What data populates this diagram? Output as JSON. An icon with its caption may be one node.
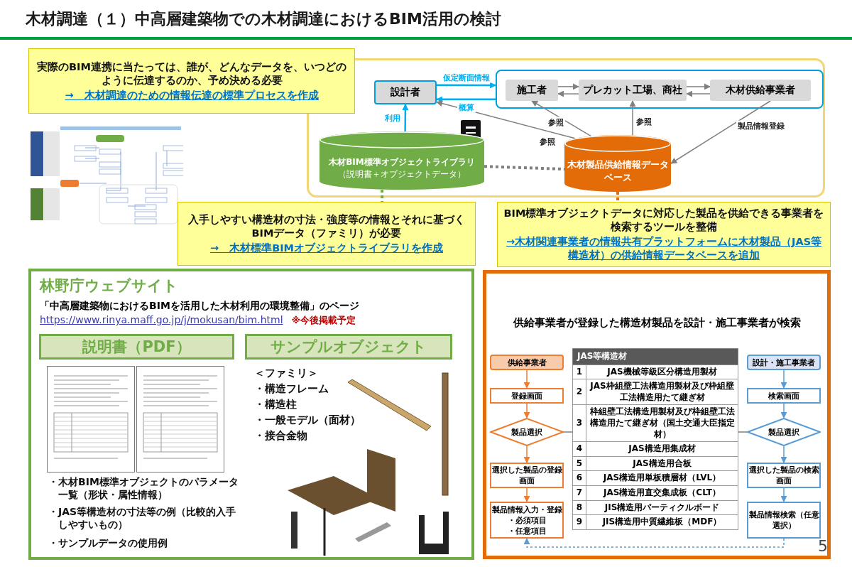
{
  "diagram": {
    "title": "木材調達（１）中高層建築物での木材調達におけるBIM活用の検討",
    "nodes": [
      {
        "text": [
          "実際のBIM連携に当たっては、誰が、どんなデータを、いつどのように伝達するのか、予め決める必要",
          "→　木材調達のための情報伝達の標準プロセスを作成"
        ]
      },
      {
        "text": [],
        "shape": "box"
      },
      {
        "text": [
          "設計者"
        ],
        "in": 1
      },
      {
        "text": [],
        "shape": "box",
        "in": 1
      },
      {
        "text": [
          "施工者"
        ],
        "in": 3
      },
      {
        "text": [
          "プレカット工場、商社"
        ],
        "in": 3
      },
      {
        "text": [
          "木材供給事業者"
        ],
        "in": 3
      },
      {
        "text": [
          "木材BIM標準オブジェクトライブラリ",
          "（説明書＋オブジェクトデータ）"
        ],
        "in": 1
      },
      {
        "text": [
          "木材製品供給情報データベース"
        ],
        "in": 1
      },
      {
        "text": [
          "入手しやすい構造材の寸法・強度等の情報とそれに基づくBIMデータ（ファミリ）が必要",
          "→　木材標準BIMオブジェクトライブラリを作成"
        ]
      },
      {
        "text": [
          "BIM標準オブジェクトデータに対応した製品を供給できる事業者を検索するツールを整備",
          "→木材関連事業者の情報共有プラットフォームに木材製品（JAS等構造材）の供給情報データベースを追加"
        ]
      },
      {
        "text": [
          "林野庁ウェブサイト",
          "「中高層建築物におけるBIMを活用した木材利用の環境整備」のページ",
          "https://www.rinya.maff.go.jp/j/mokusan/bim.html",
          "※今後掲載予定"
        ]
      },
      {
        "text": [
          "説明書（PDF）"
        ],
        "in": 11
      },
      {
        "text": [
          "サンプルオブジェクト"
        ],
        "in": 11
      },
      {
        "text": [
          "供給事業者が登録した構造材製品を設計・施工事業者が検索"
        ]
      },
      {
        "text": [
          "供給事業者"
        ],
        "in": 14
      },
      {
        "text": [
          "登録画面"
        ],
        "in": 14
      },
      {
        "text": [
          "製品選択"
        ],
        "in": 14
      },
      {
        "text": [
          "選択した製品の登録画面"
        ],
        "in": 14
      },
      {
        "text": [
          "製品情報入力・登録",
          "・必須項目",
          "・任意項目"
        ],
        "in": 14
      },
      {
        "text": [
          "設計・施工事業者"
        ],
        "in": 14
      },
      {
        "text": [
          "検索画面"
        ],
        "in": 14
      },
      {
        "text": [
          "製品選択"
        ],
        "in": 14
      },
      {
        "text": [
          "選択した製品の検索画面"
        ],
        "in": 14
      },
      {
        "text": [
          "製品情報検索（任意選択）"
        ],
        "in": 14
      },
      {
        "text": [
          "JAS等構造材",
          "1",
          "JAS機械等級区分構造用製材",
          "2",
          "JAS枠組壁工法構造用製材及び枠組壁工法構造用たて継ぎ材",
          "3",
          "枠組壁工法構造用製材及び枠組壁工法構造用たて継ぎ材（国土交通大臣指定材）",
          "4",
          "JAS構造用集成材",
          "5",
          "JAS構造用合板",
          "6",
          "JAS構造用単板積層材（LVL）",
          "7",
          "JAS構造用直交集成板（CLT）",
          "8",
          "JIS構造用パーティクルボード",
          "9",
          "JIS構造用中質繊維板（MDF）"
        ],
        "in": 14
      }
    ],
    "edges": [
      {
        "from": 2,
        "to": 3,
        "arrow": "to",
        "label": "仮定断面情報",
        "color": "#00b0f0"
      },
      {
        "from": 3,
        "to": 2,
        "arrow": "to",
        "label": "概算",
        "color": "#00b0f0"
      },
      {
        "from": 7,
        "to": 2,
        "arrow": "to",
        "label": "利用",
        "color": "#00b0f0"
      },
      {
        "from": 4,
        "to": 5,
        "arrow": "to"
      },
      {
        "from": 5,
        "to": 4,
        "arrow": "to"
      },
      {
        "from": 5,
        "to": 6,
        "arrow": "to"
      },
      {
        "from": 6,
        "to": 5,
        "arrow": "to"
      },
      {
        "from": 8,
        "to": 2,
        "arrow": "to",
        "label": "参照"
      },
      {
        "from": 8,
        "to": 4,
        "arrow": "to",
        "label": "参照"
      },
      {
        "from": 8,
        "to": 5,
        "arrow": "to",
        "label": "参照"
      },
      {
        "from": 6,
        "to": 8,
        "arrow": "to",
        "label": "製品情報登録"
      },
      {
        "from": 7,
        "to": 8,
        "arrow": "none",
        "style": "dashed"
      },
      {
        "from": 7,
        "to": 9,
        "arrow": "none",
        "style": "dashed",
        "color": "#70ad47"
      },
      {
        "from": 8,
        "to": 10,
        "arrow": "none",
        "style": "dashed",
        "color": "#e36c09"
      },
      {
        "from": 15,
        "to": 16,
        "arrow": "to",
        "color": "#ed7d31"
      },
      {
        "from": 16,
        "to": 17,
        "arrow": "to",
        "color": "#ed7d31"
      },
      {
        "from": 17,
        "to": 18,
        "arrow": "to",
        "color": "#ed7d31"
      },
      {
        "from": 18,
        "to": 19,
        "arrow": "to",
        "color": "#ed7d31"
      },
      {
        "from": 20,
        "to": 21,
        "arrow": "to",
        "color": "#5b9bd5"
      },
      {
        "from": 21,
        "to": 22,
        "arrow": "to",
        "color": "#5b9bd5"
      },
      {
        "from": 22,
        "to": 23,
        "arrow": "to",
        "color": "#5b9bd5"
      },
      {
        "from": 23,
        "to": 24,
        "arrow": "to",
        "color": "#5b9bd5"
      },
      {
        "from": 17,
        "to": 25,
        "arrow": "none"
      },
      {
        "from": 22,
        "to": 25,
        "arrow": "none"
      },
      {
        "from": 24,
        "to": 19,
        "arrow": "to",
        "style": "dashed",
        "color": "#5b9bd5"
      }
    ],
    "labels": [
      "＜ファミリ＞",
      "・構造フレーム",
      "・構造柱",
      "・一般モデル（面材）",
      "・接合金物",
      "・木材BIM標準オブジェクトのパラメータ一覧（形状・属性情報）",
      "・JAS等構造材の寸法等の例（比較的入手しやすいもの）",
      "・サンプルデータの使用例",
      "5"
    ]
  }
}
